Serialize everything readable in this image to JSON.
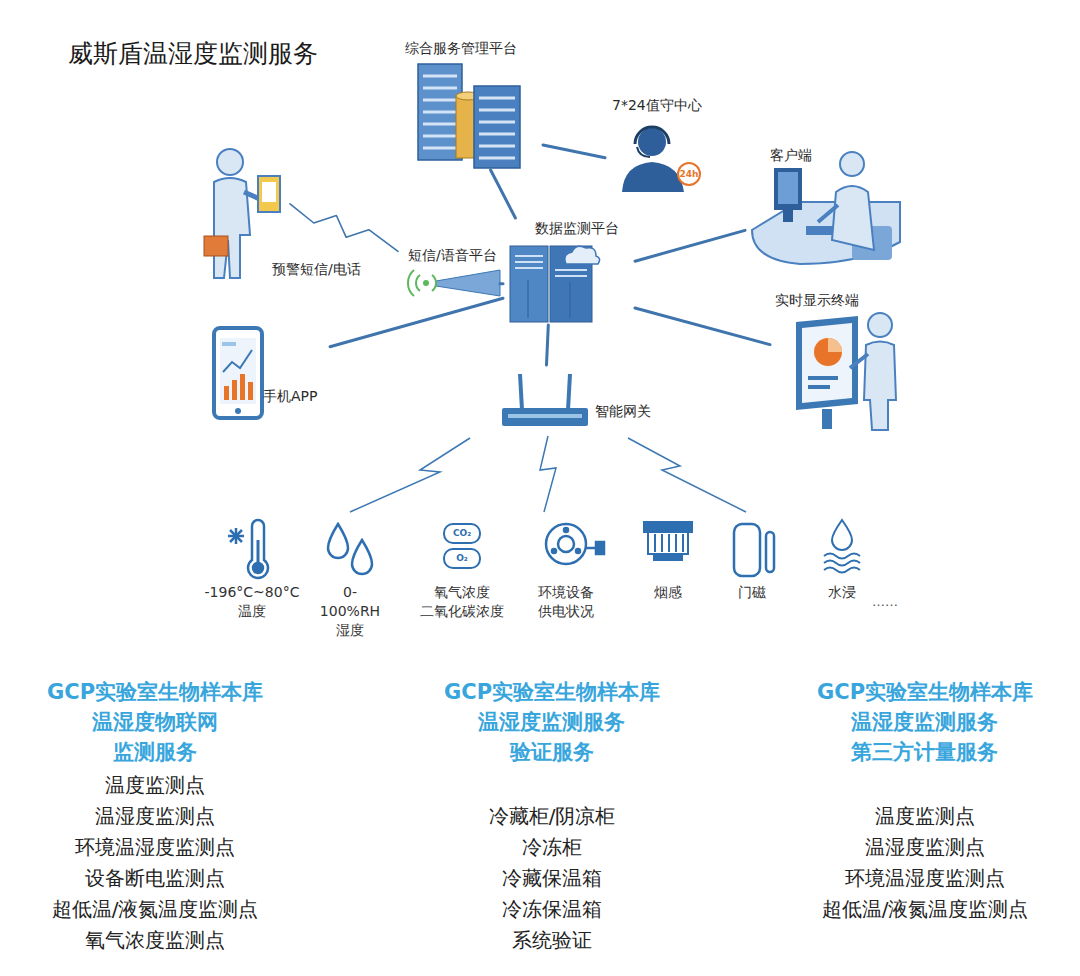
{
  "diagram": {
    "title": "威斯盾温湿度监测服务",
    "nodes": [
      {
        "text": [
          "综合服务管理平台"
        ]
      },
      {
        "text": [
          "7*24值守中心"
        ]
      },
      {
        "text": [
          "客户端"
        ]
      },
      {
        "text": [
          "数据监测平台"
        ]
      },
      {
        "text": [
          "短信/语音平台"
        ]
      },
      {
        "text": [
          "预警短信/电话"
        ]
      },
      {
        "text": [
          "实时显示终端"
        ]
      },
      {
        "text": [
          "手机APP"
        ]
      },
      {
        "text": [
          "智能网关"
        ]
      },
      {
        "text": [
          "-196°C~80°C 温度"
        ]
      },
      {
        "text": [
          "0-100%RH 湿度"
        ]
      },
      {
        "text": [
          "氧气浓度 二氧化碳浓度"
        ]
      },
      {
        "text": [
          "环境设备 供电状况"
        ]
      },
      {
        "text": [
          "烟感"
        ]
      },
      {
        "text": [
          "门磁"
        ]
      },
      {
        "text": [
          "水浸"
        ]
      }
    ],
    "edges": [
      {
        "from": 3,
        "to": 0,
        "arrow": "none"
      },
      {
        "from": 0,
        "to": 1,
        "arrow": "none"
      },
      {
        "from": 3,
        "to": 2,
        "arrow": "none"
      },
      {
        "from": 3,
        "to": 4,
        "arrow": "none"
      },
      {
        "from": 4,
        "to": 5,
        "arrow": "none"
      },
      {
        "from": 3,
        "to": 6,
        "arrow": "none"
      },
      {
        "from": 3,
        "to": 7,
        "arrow": "none"
      },
      {
        "from": 3,
        "to": 8,
        "arrow": "none"
      }
    ],
    "labels": [
      "24h",
      "CO₂",
      "O₂",
      "……",
      "GCP实验室生物样本库 温湿度物联网 监测服务",
      "温度监测点",
      "温湿度监测点",
      "环境温湿度监测点",
      "设备断电监测点",
      "超低温/液氮温度监测点",
      "氧气浓度监测点",
      "GCP实验室生物样本库 温湿度监测服务 验证服务",
      "冷藏柜/阴凉柜",
      "冷冻柜",
      "冷藏保温箱",
      "冷冻保温箱",
      "系统验证",
      "GCP实验室生物样本库 温湿度监测服务 第三方计量服务",
      "温度监测点",
      "温湿度监测点",
      "环境温湿度监测点",
      "超低温/液氮温度监测点"
    ]
  }
}
